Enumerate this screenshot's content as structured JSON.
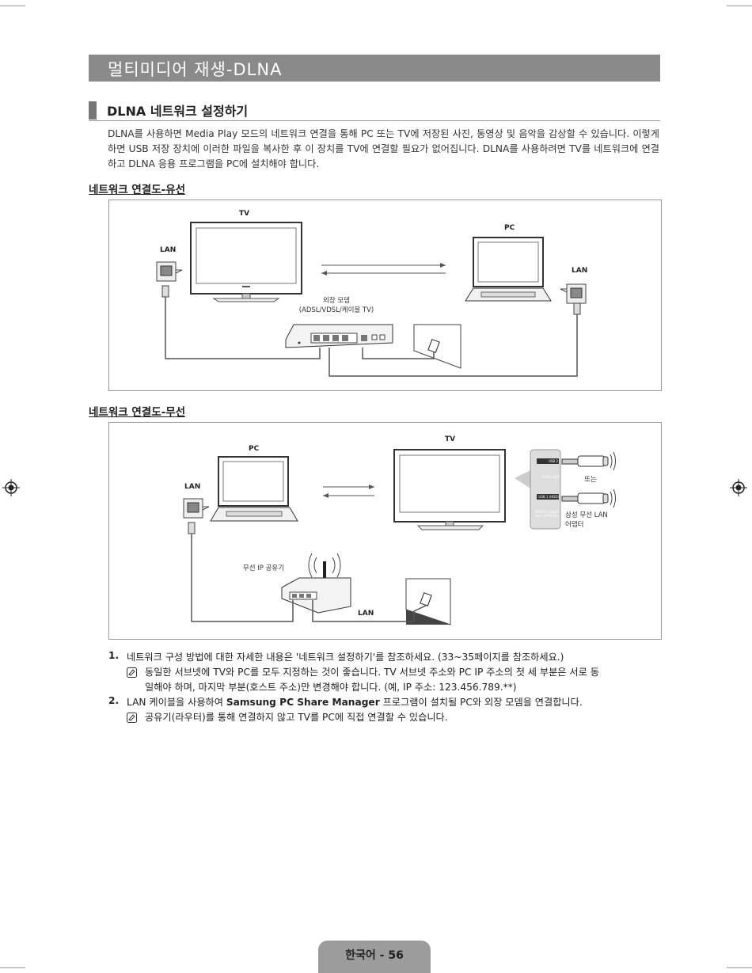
{
  "header": {
    "title": "멀티미디어 재생-DLNA"
  },
  "section": {
    "title": "DLNA 네트워크 설정하기"
  },
  "intro": "DLNA를 사용하면 Media Play 모드의 네트워크 연결을 통해 PC 또는 TV에 저장된 사진, 동영상 및 음악을 감상할 수 있습니다. 이렇게 하면 USB 저장 장치에 이러한 파일을 복사한 후 이 장치를 TV에 연결할 필요가 없어집니다. DLNA를 사용하려면 TV를 네트워크에 연결하고 DLNA 응용 프로그램을 PC에 설치해야 합니다.",
  "wired": {
    "title": "네트워크 연결도-유선",
    "tv_label": "TV",
    "pc_label": "PC",
    "lan_left": "LAN",
    "lan_right": "LAN",
    "modem_line1": "외장 모뎀",
    "modem_line2": "(ADSL/VDSL/케이블 TV)"
  },
  "wireless": {
    "title": "네트워크 연결도-무선",
    "pc_label": "PC",
    "tv_label": "TV",
    "lan_left": "LAN",
    "lan_bottom": "LAN",
    "router_label": "무선 IP 공유기",
    "or_label": "또는",
    "adapter_line1": "삼성 무선 LAN",
    "adapter_line2": "어댑터",
    "port_usb2": "USB 2",
    "port_audio_out": "AUDIO OUT",
    "port_usb1": "USB 1 (HDD)",
    "port_digital": "DIGITAL AUDIO OUT (OPTICAL)"
  },
  "steps": [
    {
      "num": "1.",
      "text": "네트워크 구성 방법에 대한 자세한 내용은 '네트워크 설정하기'를 참조하세요. (33~35페이지를 참조하세요.)"
    },
    {
      "num": "2.",
      "text_before": "LAN 케이블을 사용하여 ",
      "bold": "Samsung PC Share Manager",
      "text_after": " 프로그램이 설치될 PC와 외장 모뎀을 연결합니다."
    }
  ],
  "notes": {
    "note1_line1": "동일한 서브넷에 TV와 PC를 모두 지정하는 것이 좋습니다. TV 서브넷 주소와 PC IP 주소의 첫 세 부분은 서로 동",
    "note1_line2": "일해야 하며, 마지막 부분(호스트 주소)만 변경해야 합니다. (예, IP 주소: 123.456.789.**)",
    "note2": "공유기(라우터)를 통해 연결하지 않고 TV를 PC에 직접 연결할 수 있습니다."
  },
  "footer": {
    "page": "한국어 - 56"
  }
}
